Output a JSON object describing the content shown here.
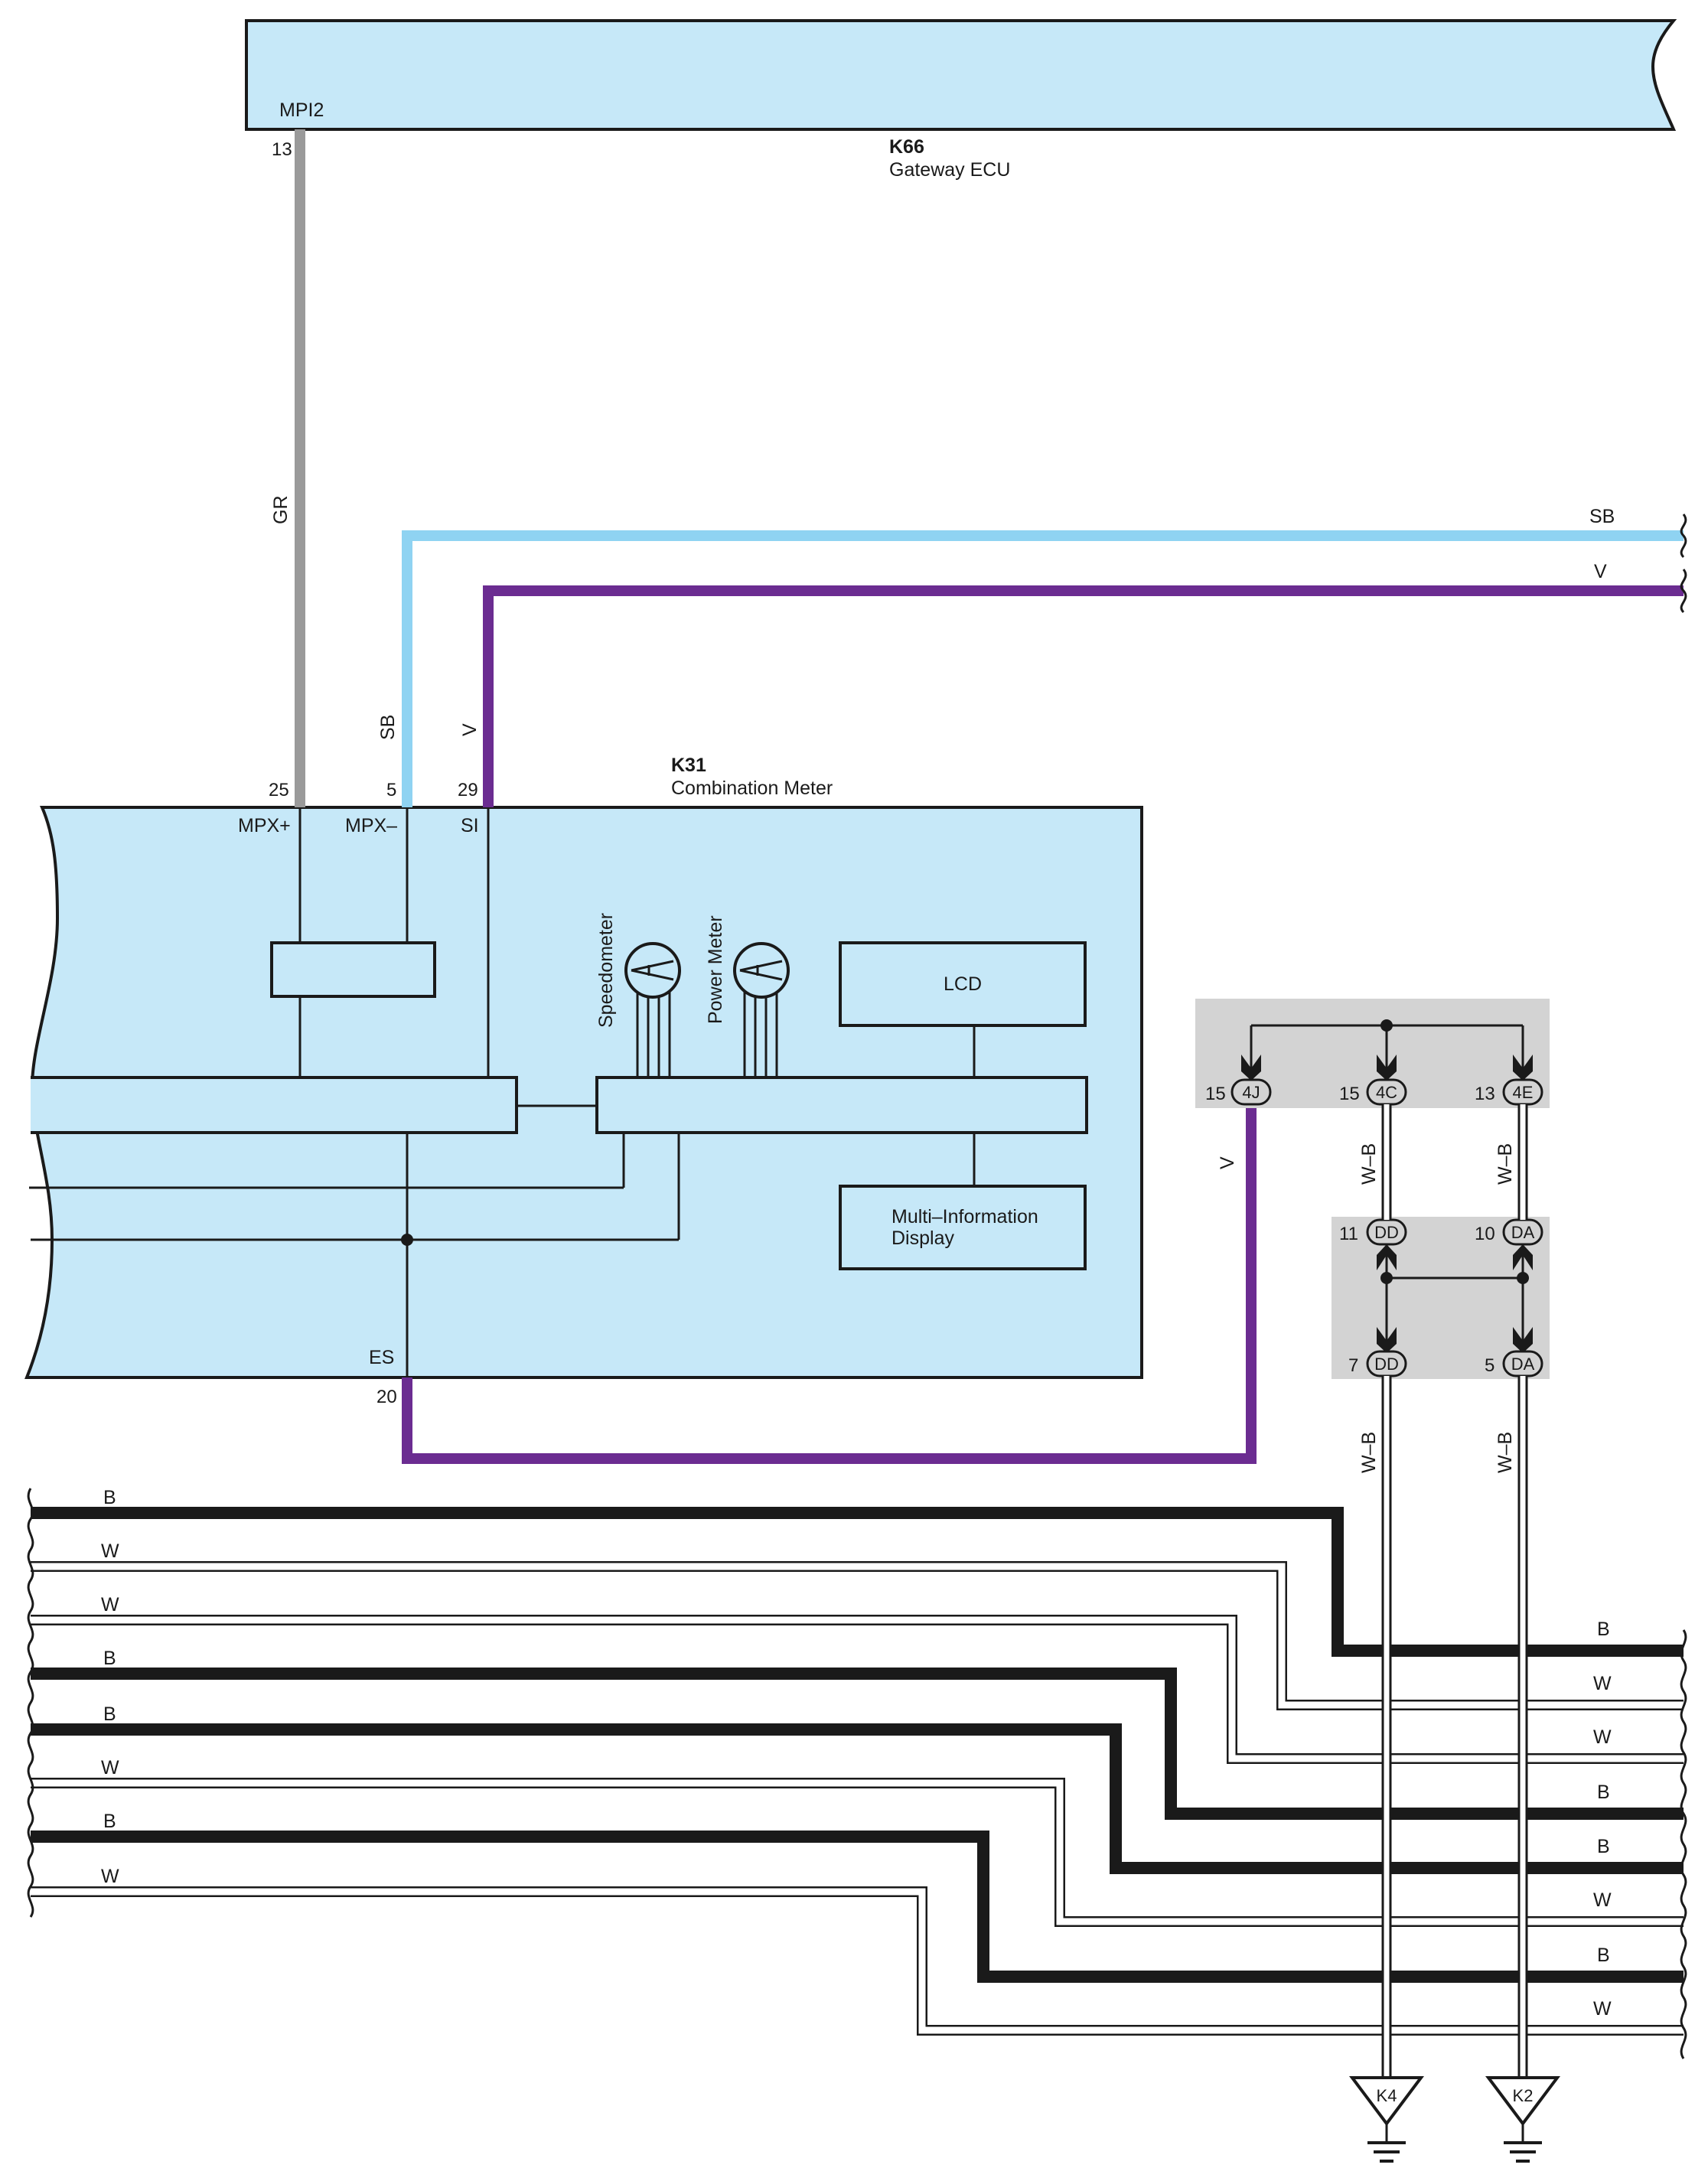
{
  "colors": {
    "ecu_fill": "#c6e8f8",
    "gray_fill": "#d3d3d3",
    "wire_gr": "#9a9a9a",
    "wire_sb": "#8fd3f2",
    "wire_v": "#6b2c91",
    "wire_b": "#1a1a1a",
    "wire_w": "#ffffff",
    "outline": "#1a1a1a"
  },
  "gateway": {
    "code": "K66",
    "name": "Gateway ECU",
    "terminal": "MPI2",
    "pin": "13"
  },
  "meter": {
    "code": "K31",
    "name": "Combination Meter",
    "terminals": {
      "mpx_plus": "MPX+",
      "mpx_minus": "MPX–",
      "si": "SI",
      "es": "ES"
    },
    "pins": {
      "mpx_plus": "25",
      "mpx_minus": "5",
      "si": "29",
      "es": "20"
    },
    "gauges": {
      "speedometer": "Speedometer",
      "power_meter": "Power Meter"
    },
    "blocks": {
      "lcd": "LCD",
      "mid_line1": "Multi–Information",
      "mid_line2": "Display"
    }
  },
  "wire_labels": {
    "gr": "GR",
    "sb_left": "SB",
    "v_left": "V",
    "sb_right": "SB",
    "v_right": "V",
    "v_junction": "V",
    "wb_4c": "W–B",
    "wb_4e": "W–B",
    "wb_dd": "W–B",
    "wb_da": "W–B"
  },
  "junctions": {
    "j4j": {
      "pin": "15",
      "code": "4J"
    },
    "j4c": {
      "pin": "15",
      "code": "4C"
    },
    "j4e": {
      "pin": "13",
      "code": "4E"
    },
    "dd_top": {
      "pin": "11",
      "code": "DD"
    },
    "da_top": {
      "pin": "10",
      "code": "DA"
    },
    "dd_bot": {
      "pin": "7",
      "code": "DD"
    },
    "da_bot": {
      "pin": "5",
      "code": "DA"
    }
  },
  "grounds": {
    "left": "K4",
    "right": "K2"
  },
  "bus_left_labels": [
    "B",
    "W",
    "W",
    "B",
    "B",
    "W",
    "B",
    "W"
  ],
  "bus_right_labels": [
    "B",
    "W",
    "W",
    "B",
    "B",
    "W",
    "B",
    "W"
  ]
}
